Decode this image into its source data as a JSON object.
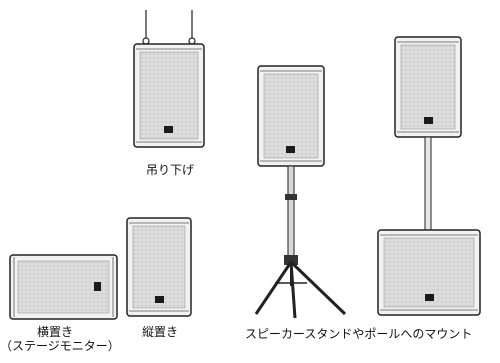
{
  "captions": {
    "hang": "吊り下げ",
    "horizontal_line1": "横置き",
    "horizontal_line2": "（ステージモニター）",
    "vertical": "縦置き",
    "stand": "スピーカースタンドやポールへのマウント"
  },
  "colors": {
    "cabinet_fill": "#cfcfcf",
    "cabinet_edge": "#222222",
    "grille_fill": "#e2e2e2",
    "logo_fill": "#1a1a1a"
  }
}
